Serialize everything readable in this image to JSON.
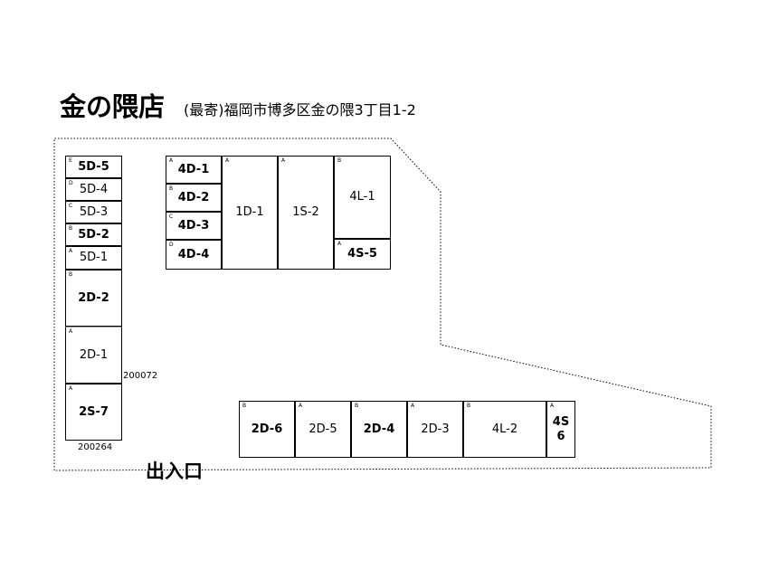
{
  "header": {
    "store_name": "金の隈店",
    "address": "(最寄)福岡市博多区金の隈3丁目1-2"
  },
  "lot": {
    "entrance_label": "出入口",
    "notes": [
      "200072",
      "200264"
    ],
    "groups": [
      {
        "id": "left-column",
        "units": [
          {
            "name": "5D-5",
            "badge": "E"
          },
          {
            "name": "5D-4",
            "badge": "D"
          },
          {
            "name": "5D-3",
            "badge": "C"
          },
          {
            "name": "5D-2",
            "badge": "B"
          },
          {
            "name": "5D-1",
            "badge": "A"
          },
          {
            "name": "2D-2",
            "badge": "B"
          },
          {
            "name": "2D-1",
            "badge": "A"
          },
          {
            "name": "2S-7",
            "badge": "A"
          }
        ]
      },
      {
        "id": "top-block",
        "units": [
          {
            "name": "4D-1",
            "badge": "A"
          },
          {
            "name": "4D-2",
            "badge": "B"
          },
          {
            "name": "4D-3",
            "badge": "C"
          },
          {
            "name": "4D-4",
            "badge": "D"
          },
          {
            "name": "1D-1",
            "badge": "A"
          },
          {
            "name": "1S-2",
            "badge": "A"
          },
          {
            "name": "4L-1",
            "badge": "B"
          },
          {
            "name": "4S-5",
            "badge": "A"
          }
        ]
      },
      {
        "id": "bottom-row",
        "units": [
          {
            "name": "2D-6",
            "badge": "B"
          },
          {
            "name": "2D-5",
            "badge": "A"
          },
          {
            "name": "2D-4",
            "badge": "B"
          },
          {
            "name": "2D-3",
            "badge": "A"
          },
          {
            "name": "4L-2",
            "badge": "B"
          },
          {
            "name": "4S\n6",
            "badge": "A"
          }
        ]
      }
    ]
  }
}
